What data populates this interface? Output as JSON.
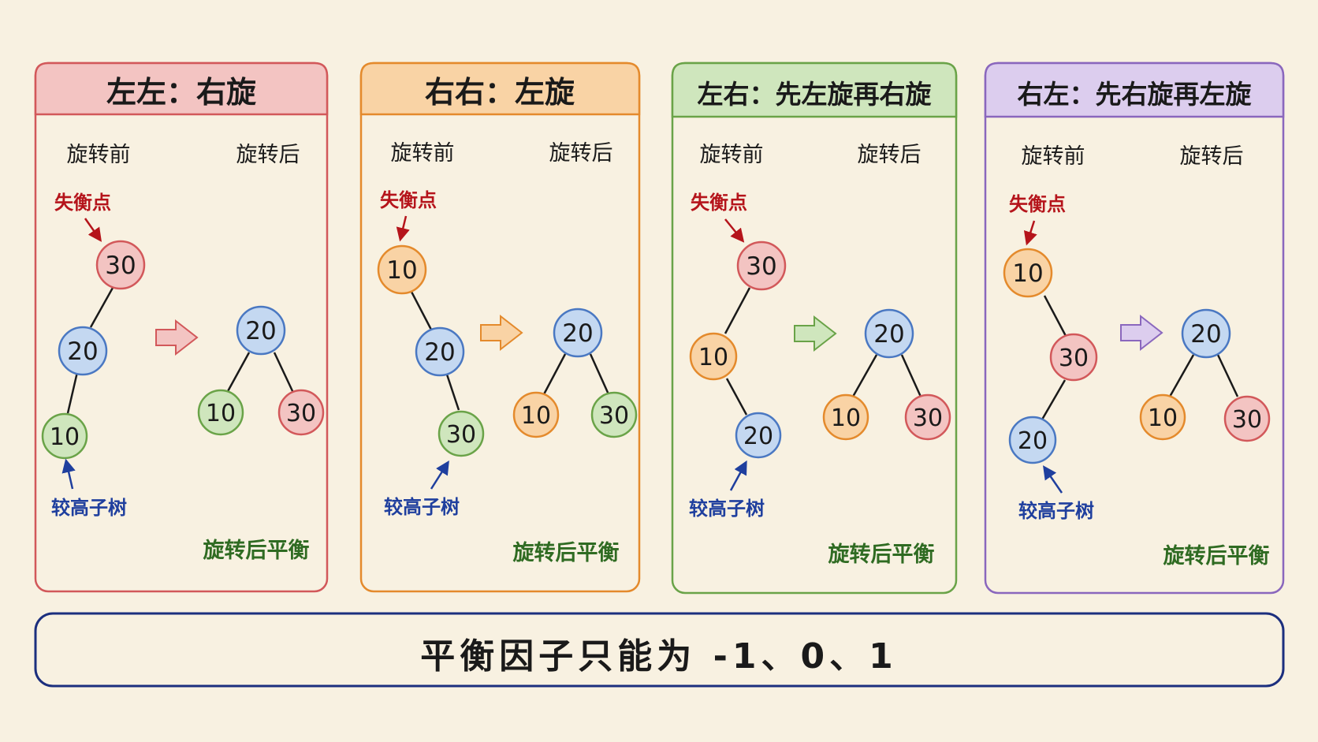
{
  "colors": {
    "background": "#f8f1e1",
    "red": "#d2585a",
    "red_fill": "#f3c4c2",
    "orange": "#e48a2c",
    "orange_fill": "#f9d3a5",
    "green": "#6aa348",
    "green_fill": "#cfe6bd",
    "purple": "#8a67bd",
    "purple_fill": "#dccdee",
    "node_blue_stroke": "#4a78c2",
    "node_blue_fill": "#c4d8f1",
    "annot_red": "#b5141b",
    "annot_blue": "#1f3f9e",
    "balanced_green": "#2f6b22",
    "footer_border": "#1c2f7e",
    "text_dark": "#1a1a1a"
  },
  "panels": [
    {
      "id": "ll",
      "title": "左左：右旋",
      "theme": "red",
      "before_label": "旋转前",
      "after_label": "旋转后",
      "imbalance_label": "失衡点",
      "taller_label": "较高子树",
      "balanced_label": "旋转后平衡",
      "before_nodes": [
        {
          "value": "30",
          "color": "red"
        },
        {
          "value": "20",
          "color": "blue"
        },
        {
          "value": "10",
          "color": "green"
        }
      ],
      "after_nodes": [
        {
          "value": "20",
          "color": "blue"
        },
        {
          "value": "10",
          "color": "green"
        },
        {
          "value": "30",
          "color": "red"
        }
      ]
    },
    {
      "id": "rr",
      "title": "右右：左旋",
      "theme": "orange",
      "before_label": "旋转前",
      "after_label": "旋转后",
      "imbalance_label": "失衡点",
      "taller_label": "较高子树",
      "balanced_label": "旋转后平衡",
      "before_nodes": [
        {
          "value": "10",
          "color": "orange"
        },
        {
          "value": "20",
          "color": "blue"
        },
        {
          "value": "30",
          "color": "green"
        }
      ],
      "after_nodes": [
        {
          "value": "20",
          "color": "blue"
        },
        {
          "value": "10",
          "color": "orange"
        },
        {
          "value": "30",
          "color": "green"
        }
      ]
    },
    {
      "id": "lr",
      "title": "左右：先左旋再右旋",
      "theme": "green",
      "before_label": "旋转前",
      "after_label": "旋转后",
      "imbalance_label": "失衡点",
      "taller_label": "较高子树",
      "balanced_label": "旋转后平衡",
      "before_nodes": [
        {
          "value": "30",
          "color": "red"
        },
        {
          "value": "10",
          "color": "orange"
        },
        {
          "value": "20",
          "color": "blue"
        }
      ],
      "after_nodes": [
        {
          "value": "20",
          "color": "blue"
        },
        {
          "value": "10",
          "color": "orange"
        },
        {
          "value": "30",
          "color": "red"
        }
      ]
    },
    {
      "id": "rl",
      "title": "右左：先右旋再左旋",
      "theme": "purple",
      "before_label": "旋转前",
      "after_label": "旋转后",
      "imbalance_label": "失衡点",
      "taller_label": "较高子树",
      "balanced_label": "旋转后平衡",
      "before_nodes": [
        {
          "value": "10",
          "color": "orange"
        },
        {
          "value": "30",
          "color": "red"
        },
        {
          "value": "20",
          "color": "blue"
        }
      ],
      "after_nodes": [
        {
          "value": "20",
          "color": "blue"
        },
        {
          "value": "10",
          "color": "orange"
        },
        {
          "value": "30",
          "color": "red"
        }
      ]
    }
  ],
  "footer": {
    "text": "平衡因子只能为 -1、0、1"
  }
}
